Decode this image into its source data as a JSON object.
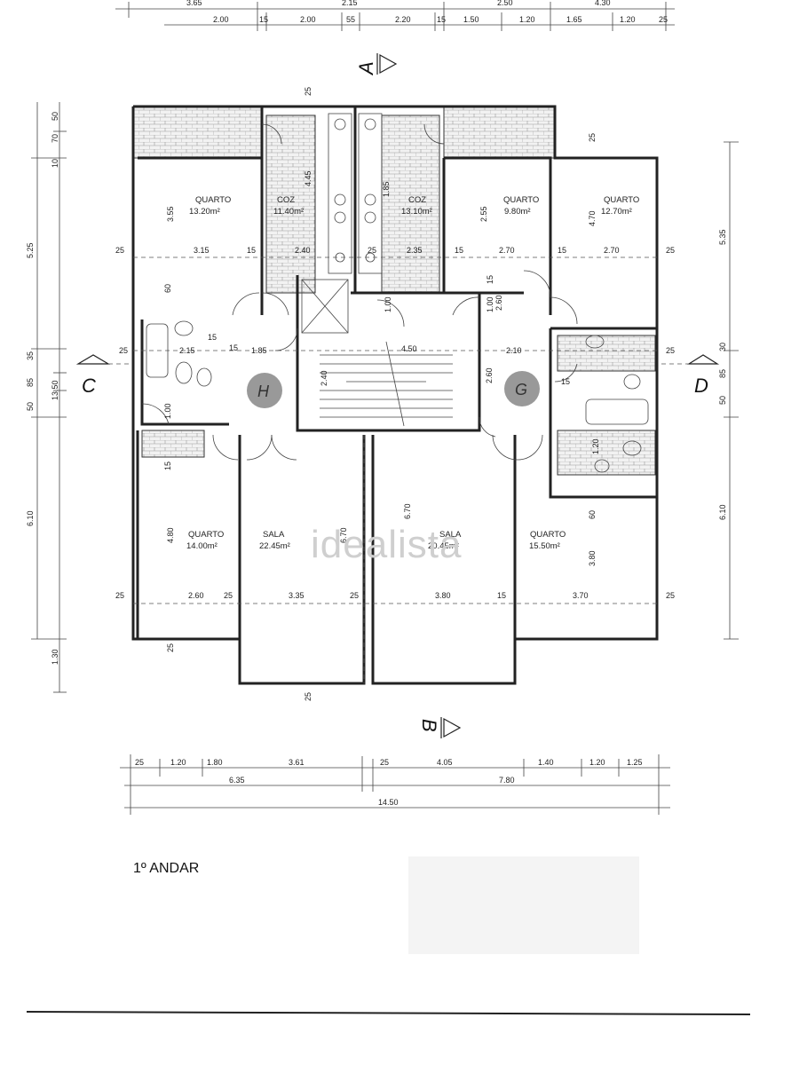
{
  "caption": "1º ANDAR",
  "watermark": "idealista",
  "section_labels": {
    "a": "A",
    "b": "B",
    "c": "C",
    "d": "D"
  },
  "stairs": {
    "left": "H",
    "right": "G"
  },
  "rooms": [
    {
      "name": "QUARTO",
      "area": "13.20m²"
    },
    {
      "name": "COZ",
      "area": "11.40m²"
    },
    {
      "name": "COZ",
      "area": "13.10m²"
    },
    {
      "name": "QUARTO",
      "area": "9.80m²"
    },
    {
      "name": "QUARTO",
      "area": "12.70m²"
    },
    {
      "name": "QUARTO",
      "area": "14.00m²"
    },
    {
      "name": "SALA",
      "area": "22.45m²"
    },
    {
      "name": "SALA",
      "area": "20.45m²"
    },
    {
      "name": "QUARTO",
      "area": "15.50m²"
    }
  ],
  "top_dims": [
    "2.00",
    "15",
    "2.00",
    "55",
    "2.20",
    "15",
    "1.50",
    "1.20",
    "1.65",
    "1.20",
    "25"
  ],
  "top_dims_upper": [
    "3.65",
    "2.15",
    "2.50",
    "4.30"
  ],
  "bottom_dims": [
    "25",
    "1.20",
    "1.80",
    "3.61",
    "25",
    "4.05",
    "1.40",
    "1.20",
    "1.25"
  ],
  "bottom_subtotals": [
    "6.35",
    "7.80"
  ],
  "bottom_total": "14.50",
  "left_dims": [
    "50",
    "70",
    "10",
    "5.25",
    "35",
    "85",
    "50",
    "13.50",
    "6.10",
    "1.30"
  ],
  "right_dims": [
    "5.35",
    "30",
    "85",
    "50",
    "6.10"
  ],
  "row_dims_top": [
    "25",
    "3.15",
    "15",
    "2.40",
    "25",
    "2.35",
    "15",
    "2.70",
    "15",
    "2.70",
    "25"
  ],
  "row_dims_mid_left": [
    "25",
    "2.15",
    "15",
    "1.85",
    "15"
  ],
  "row_dims_mid_right": [
    "2.10",
    "15",
    "25"
  ],
  "row_dims_bottom": [
    "25",
    "2.60",
    "25",
    "3.35",
    "25",
    "3.80",
    "15",
    "3.70",
    "25"
  ],
  "inner_dims": [
    "3.55",
    "4.45",
    "1.85",
    "2.55",
    "4.70",
    "1.00",
    "1.00",
    "4.50",
    "2.40",
    "2.60",
    "1.00",
    "4.80",
    "6.70",
    "6.70",
    "3.80",
    "2.60",
    "1.20",
    "60",
    "60",
    "15",
    "15",
    "25",
    "25",
    "25",
    "25"
  ]
}
